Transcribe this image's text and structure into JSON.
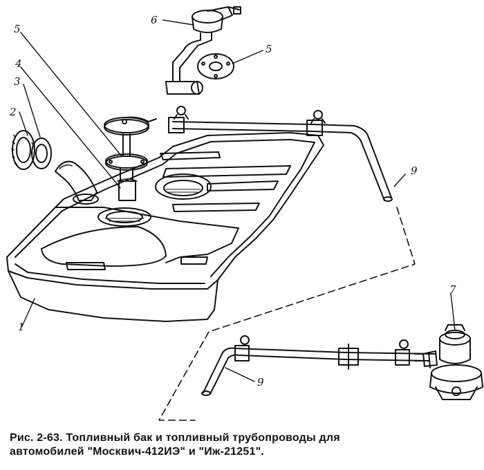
{
  "callouts": {
    "c1": "1",
    "c2": "2",
    "c3": "3",
    "c4": "4",
    "c5a": "5",
    "c5b": "5",
    "c6": "6",
    "c7": "7",
    "c9a": "9",
    "c9b": "9"
  },
  "caption": {
    "line1": "Рис. 2-63. Топливный бак и топливный трубопроводы для",
    "line2": "автомобилей \"Москвич-412ИЭ\" и \"Иж-21251\"."
  }
}
